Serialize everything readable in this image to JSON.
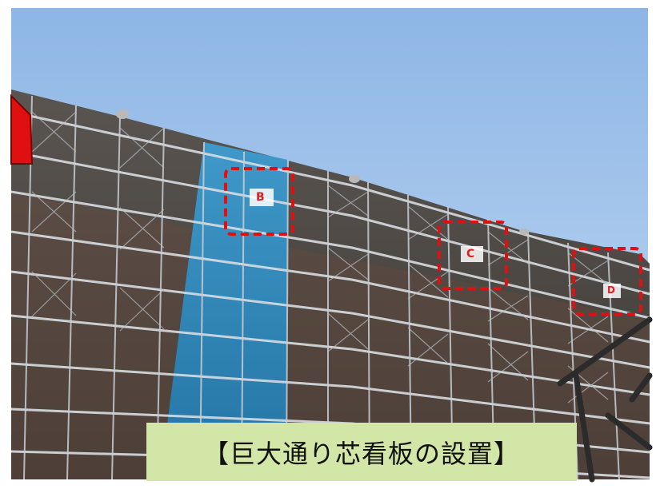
{
  "photo": {
    "scene": "building-under-scaffolding",
    "sky_color": "#a9c8ec",
    "net_color": "#2a8cc4",
    "highlight_color": "#e01010",
    "pointer_color": "#e01010"
  },
  "markers": [
    {
      "label": "B"
    },
    {
      "label": "C"
    },
    {
      "label": "D"
    }
  ],
  "caption": {
    "text": "【巨大通り芯看板の設置】",
    "background": "#d2e6a8"
  }
}
